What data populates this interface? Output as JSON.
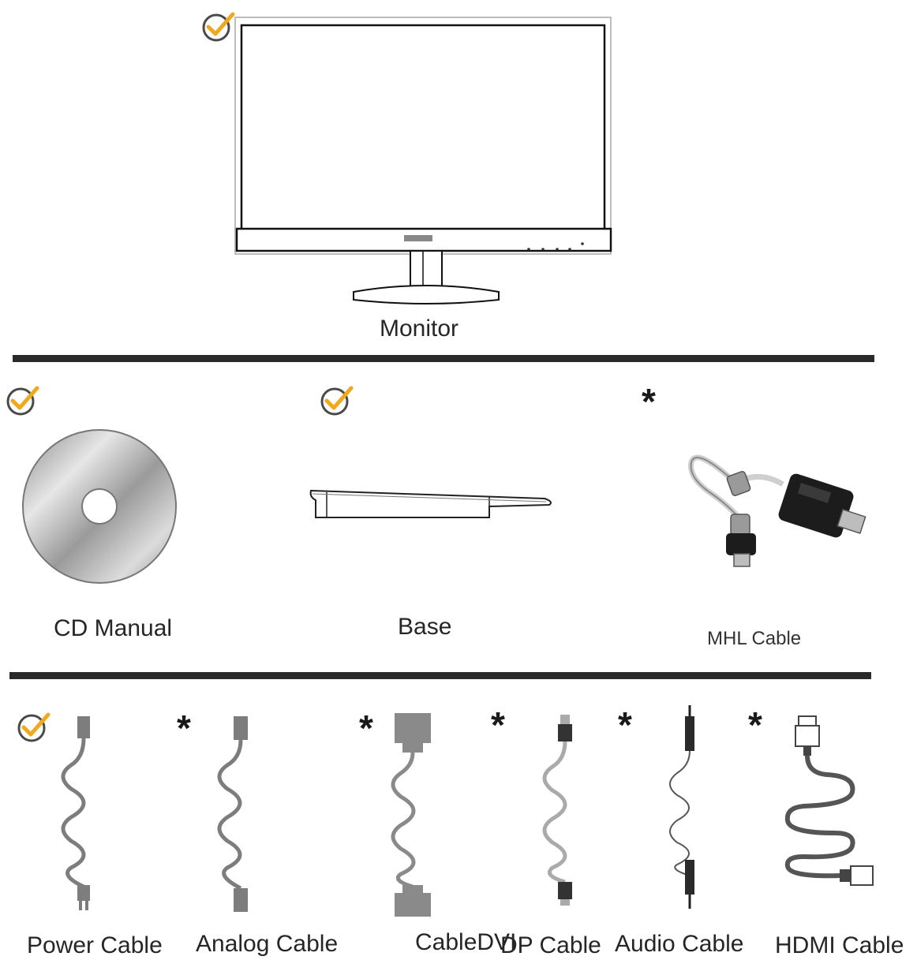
{
  "items": {
    "monitor": {
      "label": "Monitor",
      "included": true
    },
    "cd_manual": {
      "label": "CD Manual",
      "included": true
    },
    "base": {
      "label": "Base",
      "included": true
    },
    "mhl_cable": {
      "label": "MHL Cable",
      "included": false
    },
    "power_cable": {
      "label": "Power Cable",
      "included": true
    },
    "analog_cable": {
      "label": "Analog Cable",
      "included": false
    },
    "dvi_cable": {
      "label": "CableDVI",
      "included": false
    },
    "dp_cable": {
      "label": "DP Cable",
      "included": false
    },
    "audio_cable": {
      "label": "Audio  Cable",
      "included": false
    },
    "hdmi_cable": {
      "label": "HDMI  Cable",
      "included": false
    }
  },
  "markers": {
    "optional_symbol": "*"
  },
  "colors": {
    "check": "#f0a81c",
    "check_ring": "#4a4a4a",
    "divider": "#2a2a2a"
  }
}
